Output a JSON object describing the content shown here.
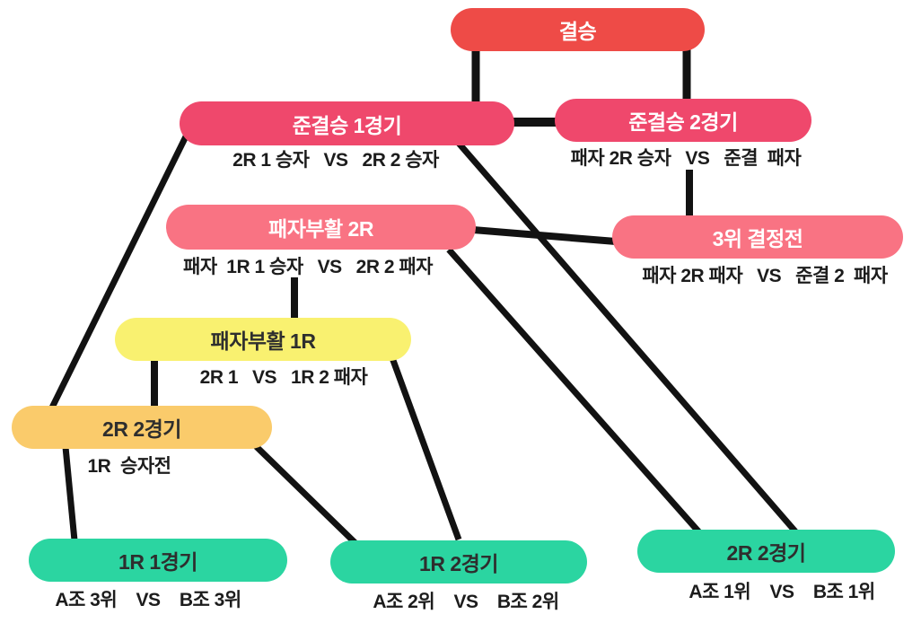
{
  "colors": {
    "final_red": "#EE4B47",
    "semifinal_pink": "#EF486C",
    "salmon": "#F97383",
    "yellow": "#F9F170",
    "orange": "#FACB6B",
    "green": "#2BD5A1",
    "connector_black": "#121212",
    "label_light": "#FFFFFF",
    "label_dark": "#2E2E2E",
    "subtitle_dark": "#1C1C1C"
  },
  "nodes": {
    "final": {
      "label": "결승"
    },
    "semi1": {
      "label": "준결승 1경기",
      "sub": "2R 1 승자   VS   2R 2 승자"
    },
    "semi2": {
      "label": "준결승 2경기",
      "sub": "패자 2R 승자   VS   준결  패자"
    },
    "revival2r": {
      "label": "패자부활 2R",
      "sub": "패자  1R 1 승자   VS   2R 2 패자"
    },
    "third_place": {
      "label": "3위 결정전",
      "sub": "패자 2R 패자   VS   준결 2  패자"
    },
    "revival1r": {
      "label": "패자부활 1R",
      "sub": "2R 1   VS   1R 2 패자"
    },
    "round2_game2_left": {
      "label": "2R 2경기",
      "sub": "1R  승자전"
    },
    "round1_game1": {
      "label": "1R 1경기",
      "sub": "A조 3위    VS    B조 3위"
    },
    "round1_game2": {
      "label": "1R 2경기",
      "sub": "A조 2위    VS    B조 2위"
    },
    "round2_game2_right": {
      "label": "2R 2경기",
      "sub": "A조 1위    VS    B조 1위"
    }
  }
}
